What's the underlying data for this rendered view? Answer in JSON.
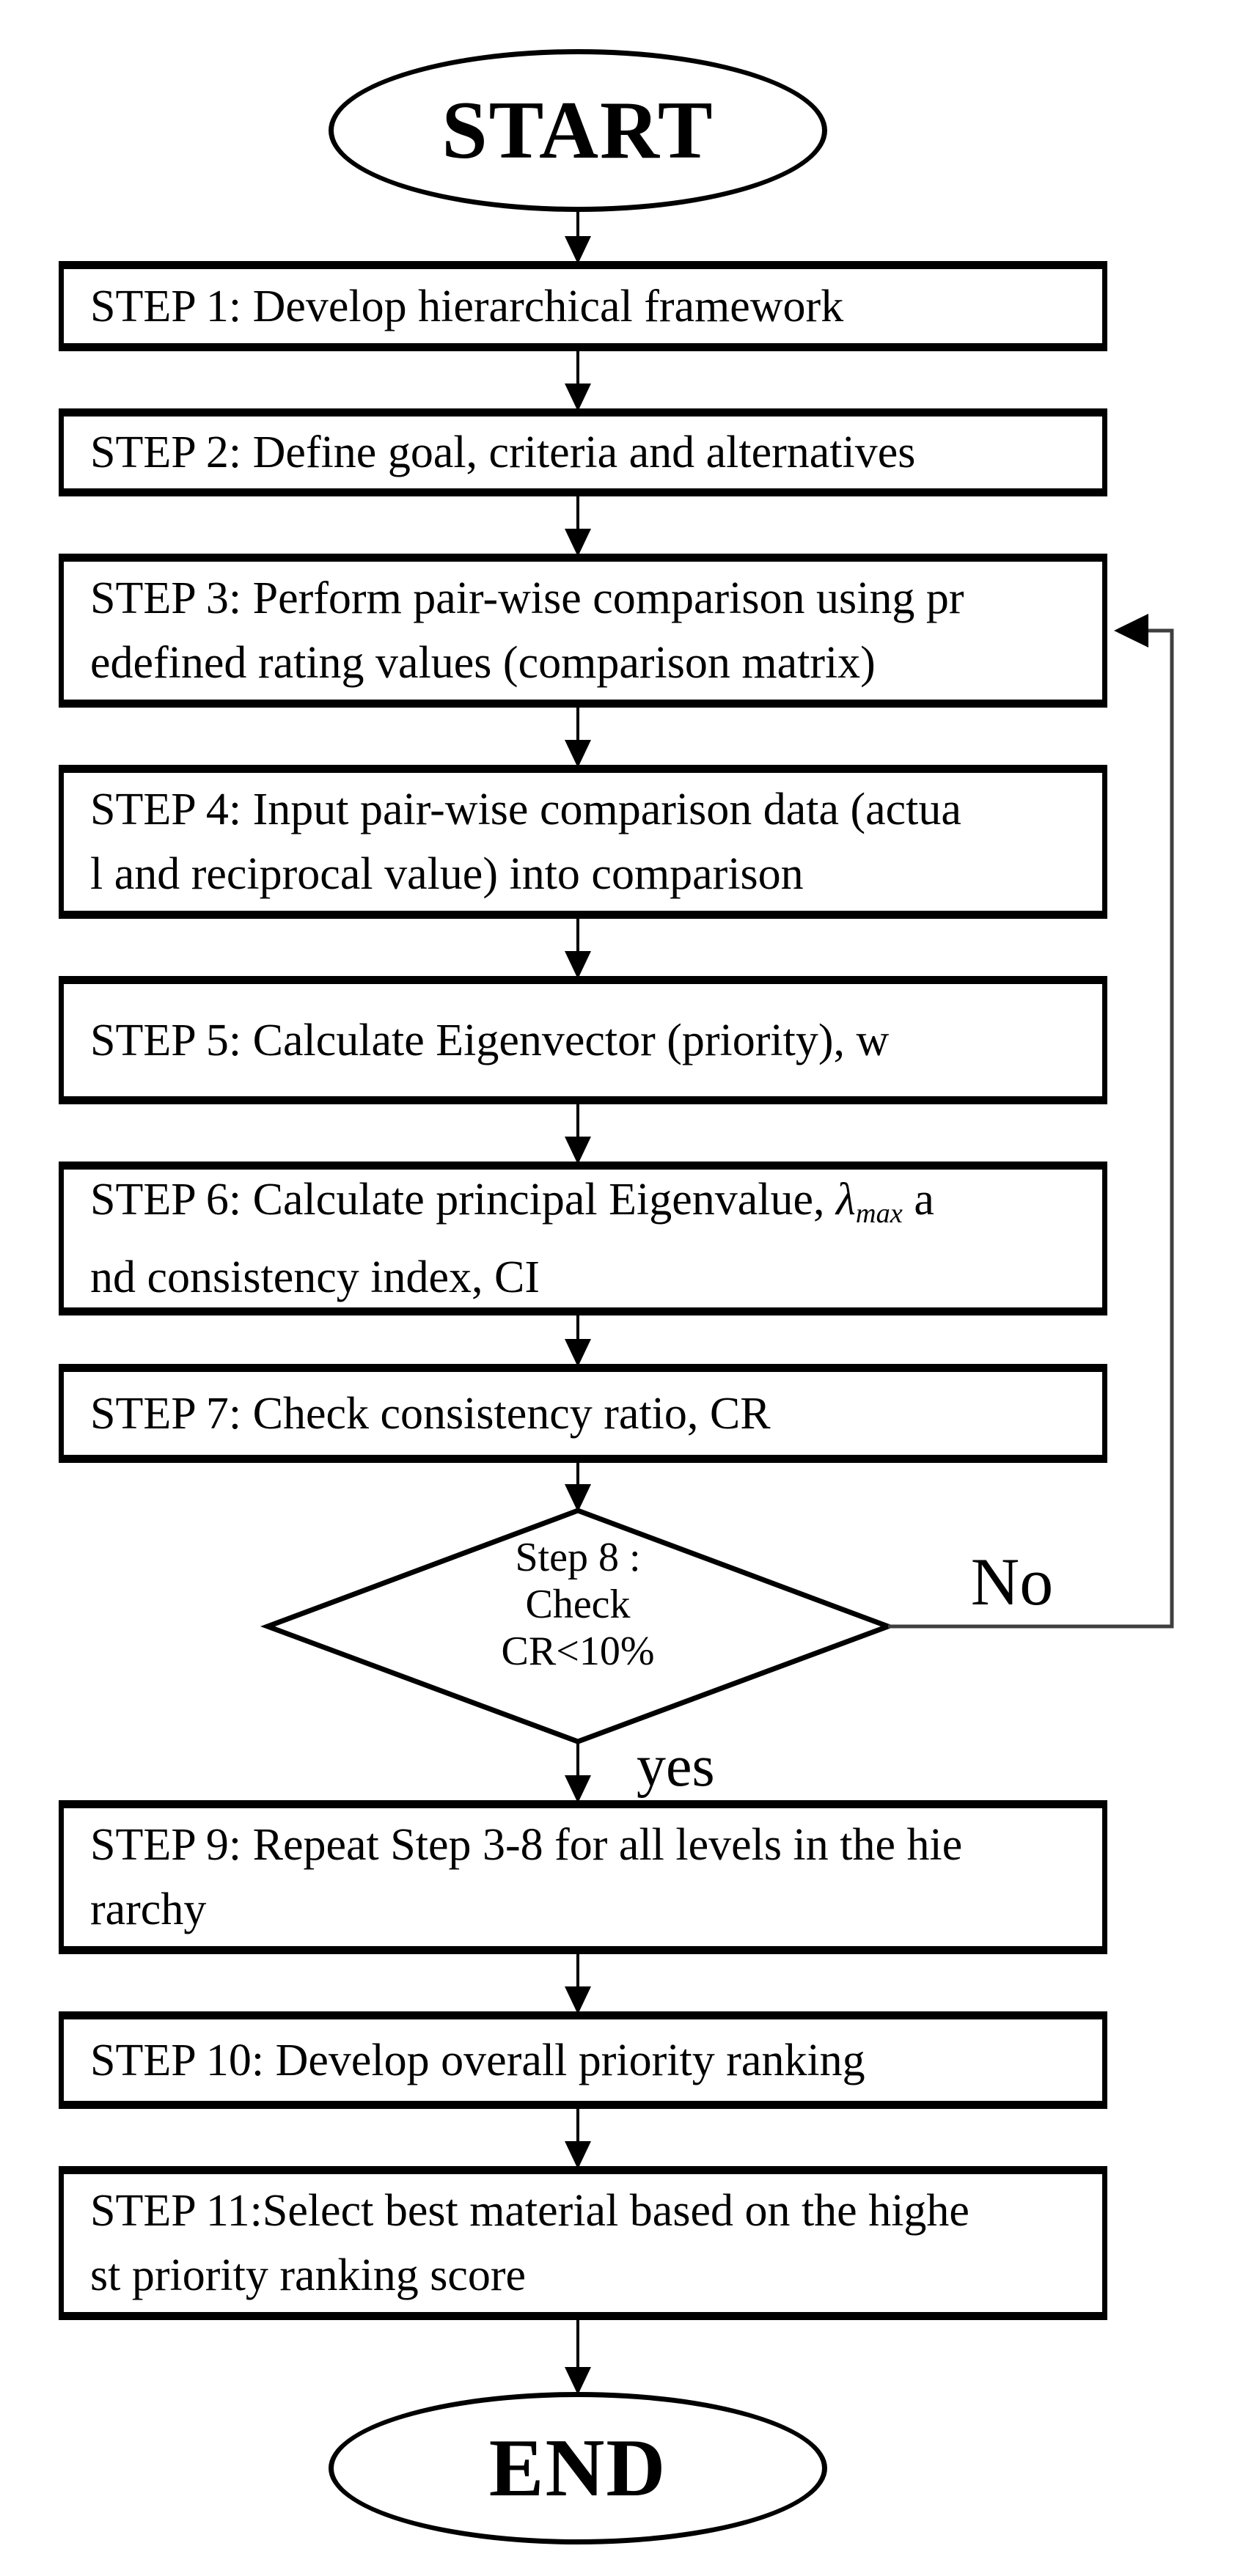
{
  "flowchart": {
    "terminals": {
      "start": "START",
      "end": "END"
    },
    "steps": {
      "s1": {
        "line1": "STEP 1: Develop hierarchical framework"
      },
      "s2": {
        "line1": "STEP 2: Define goal, criteria and alternatives"
      },
      "s3": {
        "line1": "STEP 3: Perform pair-wise comparison using pr",
        "line2": "edefined rating values (comparison matrix)"
      },
      "s4": {
        "line1": "STEP 4: Input pair-wise comparison data (actua",
        "line2": "l and reciprocal value) into comparison"
      },
      "s5": {
        "line1": "STEP 5: Calculate Eigenvector (priority), w"
      },
      "s6": {
        "line1_pre": "STEP 6: Calculate principal Eigenvalue, ",
        "line1_symbol": "λ",
        "line1_subscript": "max",
        "line1_post": " a",
        "line2": "nd consistency index, CI"
      },
      "s7": {
        "line1": "STEP 7: Check consistency ratio, CR"
      },
      "s9": {
        "line1": "STEP 9: Repeat Step 3-8 for all levels in the hie",
        "line2": "rarchy"
      },
      "s10": {
        "line1": "STEP 10: Develop overall priority ranking"
      },
      "s11": {
        "line1": "STEP 11:Select best material based on the highe",
        "line2": "st priority ranking score"
      }
    },
    "decision": {
      "line1": "Step 8 :",
      "line2": "Check",
      "line3": "CR<10%"
    },
    "branch_labels": {
      "no": "No",
      "yes": "yes"
    },
    "colors": {
      "outline": "#000000",
      "feedback_line": "#3f3f3f",
      "background": "#ffffff"
    }
  }
}
